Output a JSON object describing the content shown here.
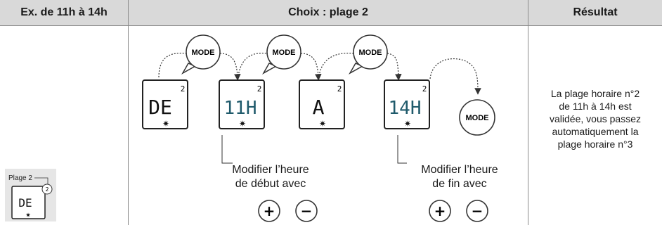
{
  "header": {
    "col1": "Ex. de 11h à 14h",
    "col2": "Choix : plage 2",
    "col3": "Résultat"
  },
  "mode_label": "MODE",
  "displays": [
    "DE",
    "11H",
    "A",
    "14H"
  ],
  "display_superscript": "2",
  "example": {
    "label": "Plage 2",
    "display": "DE",
    "superscript": "2"
  },
  "instructions": {
    "start": [
      "Modifier l’heure",
      "de début avec"
    ],
    "end": [
      "Modifier l’heure",
      "de fin avec"
    ]
  },
  "buttons": {
    "plus": "+",
    "minus": "−"
  },
  "result_text": [
    "La plage horaire n°2",
    "de 11h à 14h est",
    "validée, vous passez",
    "automatiquement la",
    "plage horaire n°3"
  ]
}
